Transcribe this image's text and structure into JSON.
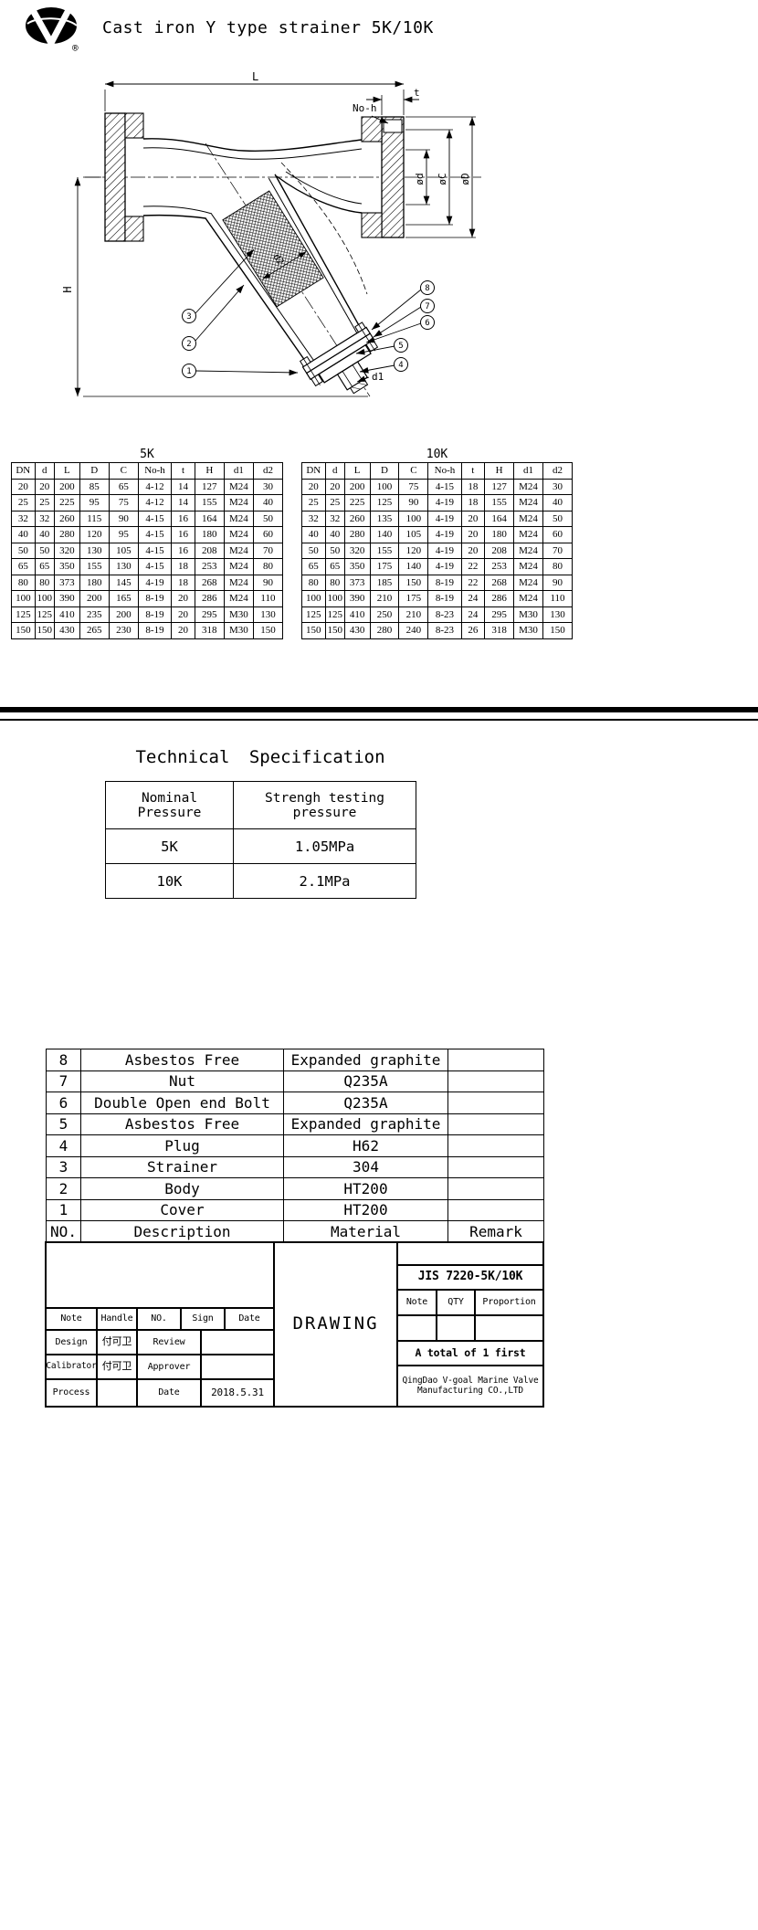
{
  "header": {
    "logo_text": "V",
    "registered_mark": "®",
    "title": "Cast iron Y type strainer 5K/10K"
  },
  "drawing": {
    "dims": {
      "L": "L",
      "t": "t",
      "noh": "No-h",
      "H": "H",
      "od": "ød",
      "oC": "øC",
      "oD": "øD",
      "d1": "d1",
      "d2": "d2"
    },
    "callouts": [
      "1",
      "2",
      "3",
      "4",
      "5",
      "6",
      "7",
      "8"
    ]
  },
  "size_tables": [
    {
      "title": "5K",
      "headers": [
        "DN",
        "d",
        "L",
        "D",
        "C",
        "No-h",
        "t",
        "H",
        "d1",
        "d2"
      ],
      "rows": [
        [
          "20",
          "20",
          "200",
          "85",
          "65",
          "4-12",
          "14",
          "127",
          "M24",
          "30"
        ],
        [
          "25",
          "25",
          "225",
          "95",
          "75",
          "4-12",
          "14",
          "155",
          "M24",
          "40"
        ],
        [
          "32",
          "32",
          "260",
          "115",
          "90",
          "4-15",
          "16",
          "164",
          "M24",
          "50"
        ],
        [
          "40",
          "40",
          "280",
          "120",
          "95",
          "4-15",
          "16",
          "180",
          "M24",
          "60"
        ],
        [
          "50",
          "50",
          "320",
          "130",
          "105",
          "4-15",
          "16",
          "208",
          "M24",
          "70"
        ],
        [
          "65",
          "65",
          "350",
          "155",
          "130",
          "4-15",
          "18",
          "253",
          "M24",
          "80"
        ],
        [
          "80",
          "80",
          "373",
          "180",
          "145",
          "4-19",
          "18",
          "268",
          "M24",
          "90"
        ],
        [
          "100",
          "100",
          "390",
          "200",
          "165",
          "8-19",
          "20",
          "286",
          "M24",
          "110"
        ],
        [
          "125",
          "125",
          "410",
          "235",
          "200",
          "8-19",
          "20",
          "295",
          "M30",
          "130"
        ],
        [
          "150",
          "150",
          "430",
          "265",
          "230",
          "8-19",
          "20",
          "318",
          "M30",
          "150"
        ]
      ]
    },
    {
      "title": "10K",
      "headers": [
        "DN",
        "d",
        "L",
        "D",
        "C",
        "No-h",
        "t",
        "H",
        "d1",
        "d2"
      ],
      "rows": [
        [
          "20",
          "20",
          "200",
          "100",
          "75",
          "4-15",
          "18",
          "127",
          "M24",
          "30"
        ],
        [
          "25",
          "25",
          "225",
          "125",
          "90",
          "4-19",
          "18",
          "155",
          "M24",
          "40"
        ],
        [
          "32",
          "32",
          "260",
          "135",
          "100",
          "4-19",
          "20",
          "164",
          "M24",
          "50"
        ],
        [
          "40",
          "40",
          "280",
          "140",
          "105",
          "4-19",
          "20",
          "180",
          "M24",
          "60"
        ],
        [
          "50",
          "50",
          "320",
          "155",
          "120",
          "4-19",
          "20",
          "208",
          "M24",
          "70"
        ],
        [
          "65",
          "65",
          "350",
          "175",
          "140",
          "4-19",
          "22",
          "253",
          "M24",
          "80"
        ],
        [
          "80",
          "80",
          "373",
          "185",
          "150",
          "8-19",
          "22",
          "268",
          "M24",
          "90"
        ],
        [
          "100",
          "100",
          "390",
          "210",
          "175",
          "8-19",
          "24",
          "286",
          "M24",
          "110"
        ],
        [
          "125",
          "125",
          "410",
          "250",
          "210",
          "8-23",
          "24",
          "295",
          "M30",
          "130"
        ],
        [
          "150",
          "150",
          "430",
          "280",
          "240",
          "8-23",
          "26",
          "318",
          "M30",
          "150"
        ]
      ]
    }
  ],
  "spec": {
    "title": "Technical Specification",
    "headers": [
      "Nominal Pressure",
      "Strengh testing\npressure"
    ],
    "rows": [
      [
        "5K",
        "1.05MPa"
      ],
      [
        "10K",
        "2.1MPa"
      ]
    ]
  },
  "parts": {
    "rows": [
      [
        "8",
        "Asbestos Free",
        "Expanded graphite",
        ""
      ],
      [
        "7",
        "Nut",
        "Q235A",
        ""
      ],
      [
        "6",
        "Double Open end Bolt",
        "Q235A",
        ""
      ],
      [
        "5",
        "Asbestos Free",
        "Expanded graphite",
        ""
      ],
      [
        "4",
        "Plug",
        "H62",
        ""
      ],
      [
        "3",
        "Strainer",
        "304",
        ""
      ],
      [
        "2",
        "Body",
        "HT200",
        ""
      ],
      [
        "1",
        "Cover",
        "HT200",
        ""
      ],
      [
        "NO.",
        "Description",
        "Material",
        "Remark"
      ]
    ]
  },
  "titleblock": {
    "drawing": "DRAWING",
    "jis": "JIS 7220-5K/10K",
    "note": "Note",
    "qty": "QTY",
    "proportion": "Proportion",
    "handle": "Handle",
    "no": "NO.",
    "sign": "Sign",
    "date": "Date",
    "design": "Design",
    "design_sign": "付可卫",
    "review": "Review",
    "calibrator": "Calibrator",
    "calibrator_sign": "付可卫",
    "approver": "Approver",
    "process": "Process",
    "date_label": "Date",
    "date_value": "2018.5.31",
    "total": "A total of 1 first",
    "company_line1": "QingDao V-goal Marine Valve",
    "company_line2": "Manufacturing CO.,LTD"
  }
}
